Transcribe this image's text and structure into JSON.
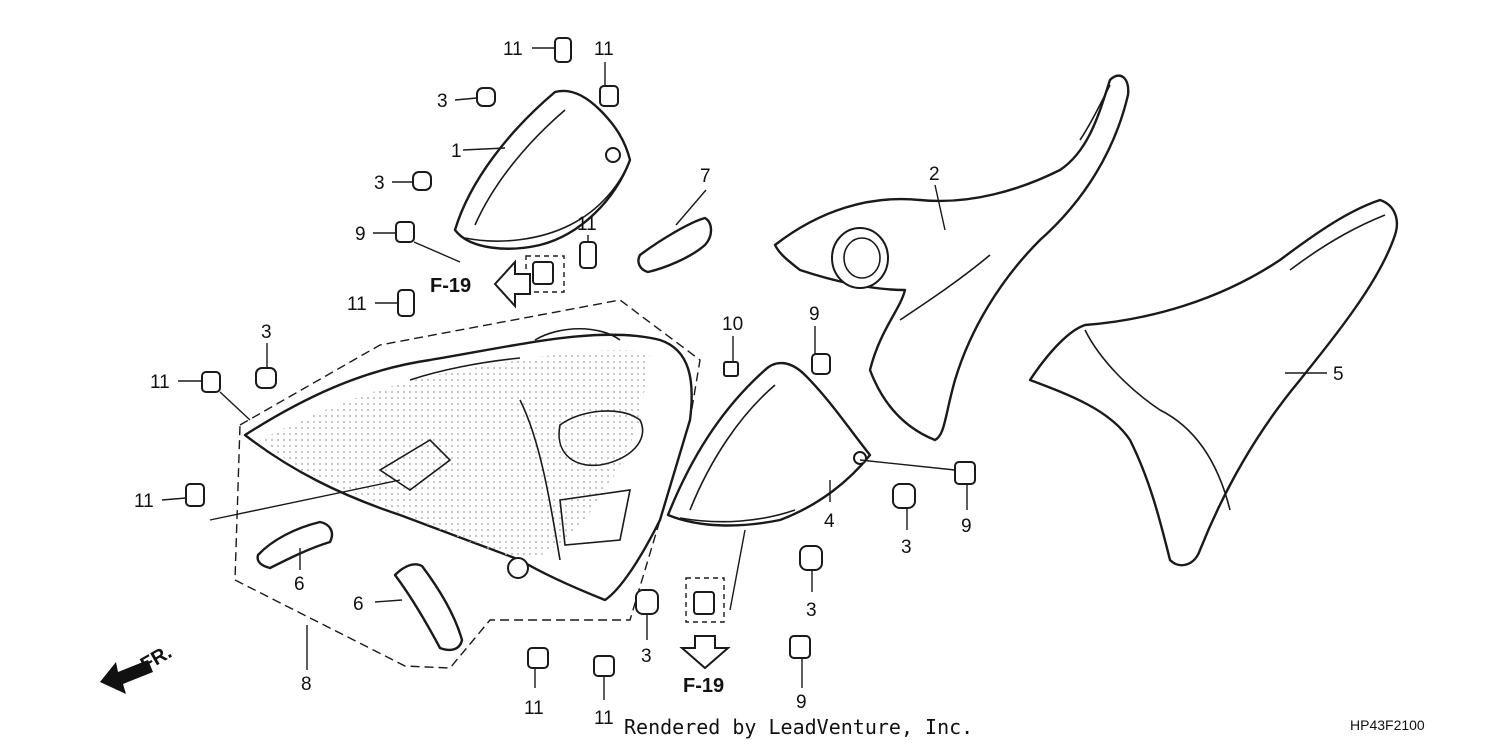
{
  "callouts": [
    {
      "label": "11"
    },
    {
      "label": "11"
    },
    {
      "label": "3"
    },
    {
      "label": "1"
    },
    {
      "label": "3"
    },
    {
      "label": "9"
    },
    {
      "label": "11"
    },
    {
      "label": "7"
    },
    {
      "label": "11"
    },
    {
      "label": "3"
    },
    {
      "label": "11"
    },
    {
      "label": "11"
    },
    {
      "label": "6"
    },
    {
      "label": "6"
    },
    {
      "label": "8"
    },
    {
      "label": "11"
    },
    {
      "label": "11"
    },
    {
      "label": "3"
    },
    {
      "label": "10"
    },
    {
      "label": "9"
    },
    {
      "label": "4"
    },
    {
      "label": "9"
    },
    {
      "label": "3"
    },
    {
      "label": "3"
    },
    {
      "label": "9"
    },
    {
      "label": "2"
    },
    {
      "label": "5"
    }
  ],
  "references": [
    "F-19",
    "F-19"
  ],
  "direction_label": "FR.",
  "credit": "Rendered by LeadVenture, Inc.",
  "diagram_code": "HP43F2100",
  "icons": [
    "front-direction-arrow-icon",
    "reference-arrow-left-icon",
    "reference-arrow-down-icon"
  ]
}
